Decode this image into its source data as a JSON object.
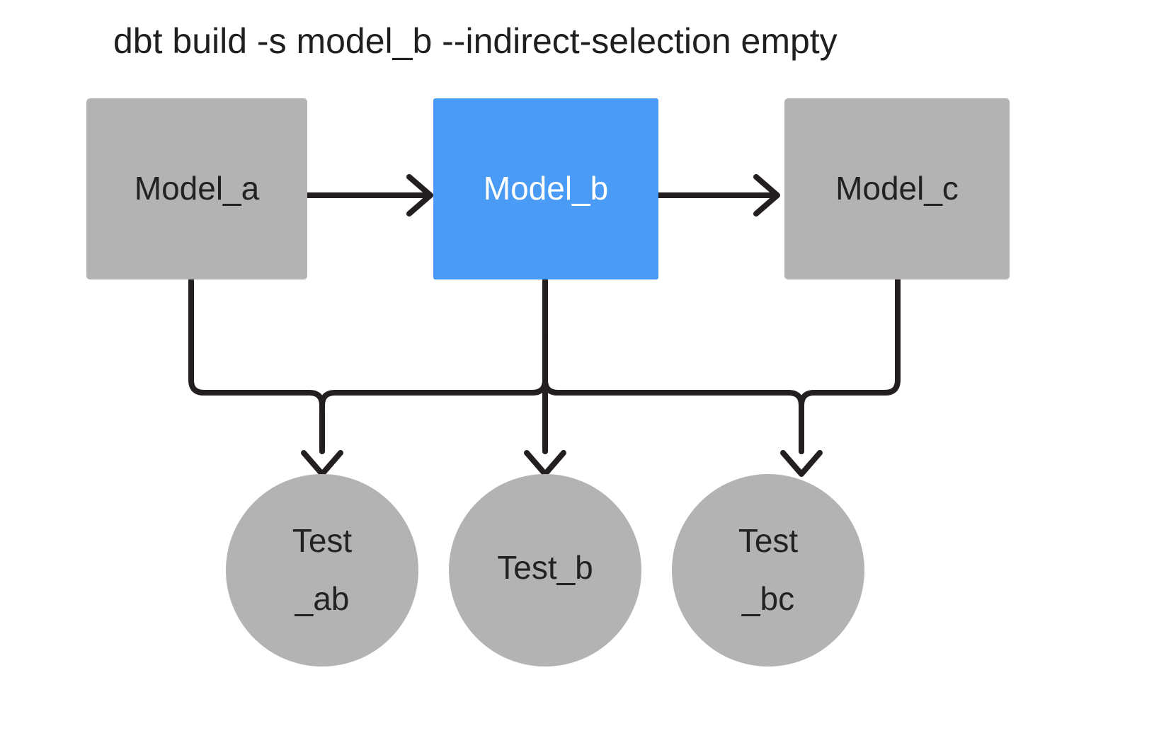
{
  "diagram": {
    "title": "dbt build -s model_b --indirect-selection empty",
    "background_color": "#ffffff",
    "edge_color": "#231f20",
    "colors": {
      "neutral_node": "#b3b3b3",
      "selected_node": "#4a9bf5",
      "neutral_text": "#222222",
      "selected_text": "#ffffff"
    },
    "models": [
      {
        "id": "model_a",
        "label": "Model_a",
        "shape": "rectangle",
        "fill": "#b3b3b3",
        "text_color": "#222222",
        "selected": false
      },
      {
        "id": "model_b",
        "label": "Model_b",
        "shape": "rectangle",
        "fill": "#4a9bf5",
        "text_color": "#ffffff",
        "selected": true
      },
      {
        "id": "model_c",
        "label": "Model_c",
        "shape": "rectangle",
        "fill": "#b3b3b3",
        "text_color": "#222222",
        "selected": false
      }
    ],
    "tests": [
      {
        "id": "test_ab",
        "label_line1": "Test",
        "label_line2": "_ab",
        "shape": "circle",
        "fill": "#b3b3b3",
        "text_color": "#222222"
      },
      {
        "id": "test_b",
        "label_line1": "Test_b",
        "label_line2": "",
        "shape": "circle",
        "fill": "#b3b3b3",
        "text_color": "#222222"
      },
      {
        "id": "test_bc",
        "label_line1": "Test",
        "label_line2": "_bc",
        "shape": "circle",
        "fill": "#b3b3b3",
        "text_color": "#222222"
      }
    ],
    "edges": [
      {
        "from": "model_a",
        "to": "model_b",
        "kind": "model-to-model"
      },
      {
        "from": "model_b",
        "to": "model_c",
        "kind": "model-to-model"
      },
      {
        "from": "model_a",
        "to": "test_ab",
        "kind": "model-to-test"
      },
      {
        "from": "model_b",
        "to": "test_ab",
        "kind": "model-to-test"
      },
      {
        "from": "model_b",
        "to": "test_b",
        "kind": "model-to-test"
      },
      {
        "from": "model_b",
        "to": "test_bc",
        "kind": "model-to-test"
      },
      {
        "from": "model_c",
        "to": "test_bc",
        "kind": "model-to-test"
      }
    ]
  }
}
